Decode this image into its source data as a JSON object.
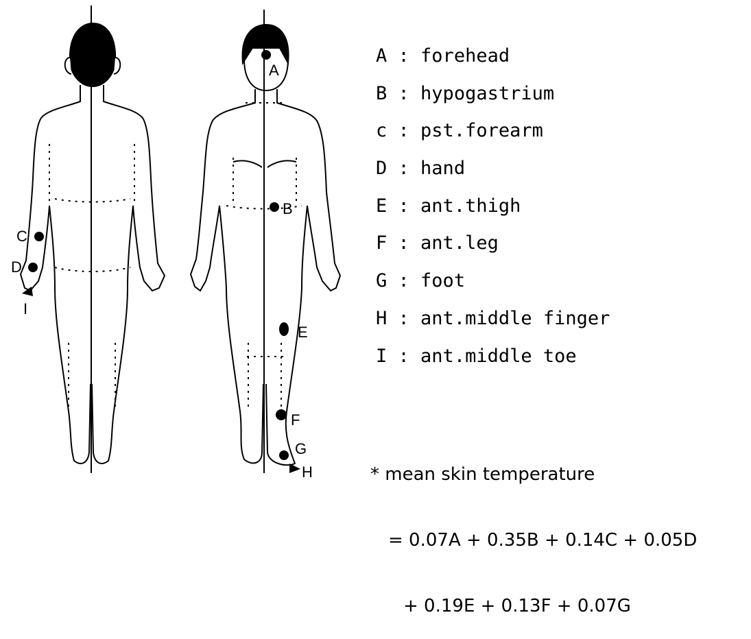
{
  "points": {
    "A": "A",
    "B": "B",
    "C": "C",
    "D": "D",
    "E": "E",
    "F": "F",
    "G": "G",
    "H": "H",
    "I": "I"
  },
  "legend": [
    {
      "code": "A",
      "sep": " : ",
      "site": "forehead"
    },
    {
      "code": "B",
      "sep": " : ",
      "site": "hypogastrium"
    },
    {
      "code": "c",
      "sep": " : ",
      "site": "pst.forearm"
    },
    {
      "code": "D",
      "sep": " : ",
      "site": "hand"
    },
    {
      "code": "E",
      "sep": " : ",
      "site": "ant.thigh"
    },
    {
      "code": "F",
      "sep": " : ",
      "site": "ant.leg"
    },
    {
      "code": "G",
      "sep": " : ",
      "site": "foot"
    },
    {
      "code": "H",
      "sep": " : ",
      "site": "ant.middle finger"
    },
    {
      "code": "I",
      "sep": " : ",
      "site": "ant.middle toe"
    }
  ],
  "formula": {
    "line1": "* mean skin temperature",
    "line2": "= 0.07A + 0.35B + 0.14C + 0.05D",
    "line3": "+ 0.19E + 0.13F + 0.07G"
  }
}
